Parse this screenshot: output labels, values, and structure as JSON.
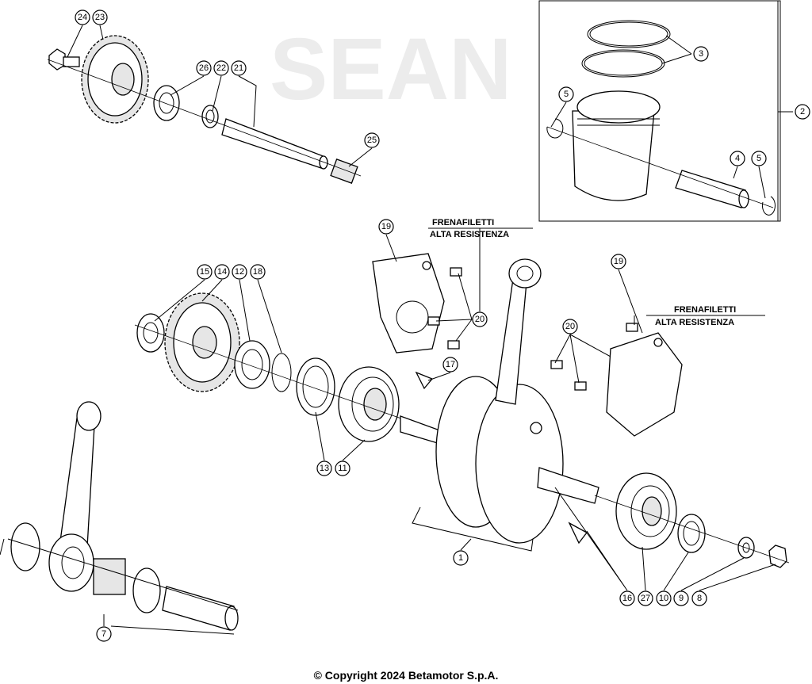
{
  "diagram": {
    "callouts": {
      "c24": "24",
      "c23": "23",
      "c26": "26",
      "c22": "22",
      "c21": "21",
      "c25": "25",
      "c3": "3",
      "c2": "2",
      "c5a": "5",
      "c4": "4",
      "c5b": "5",
      "c19a": "19",
      "c20a": "20",
      "c17": "17",
      "c15": "15",
      "c14": "14",
      "c12": "12",
      "c18": "18",
      "c19b": "19",
      "c20b": "20",
      "c13": "13",
      "c11": "11",
      "c1": "1",
      "c7": "7",
      "c16": "16",
      "c27": "27",
      "c10": "10",
      "c9": "9",
      "c8": "8"
    },
    "notes": [
      {
        "line1": "FRENAFILETTI",
        "line2": "ALTA RESISTENZA"
      },
      {
        "line1": "FRENAFILETTI",
        "line2": "ALTA RESISTENZA"
      }
    ],
    "watermark": "SEAN"
  },
  "footer": {
    "copyright": "© Copyright 2024 Betamotor S.p.A."
  }
}
